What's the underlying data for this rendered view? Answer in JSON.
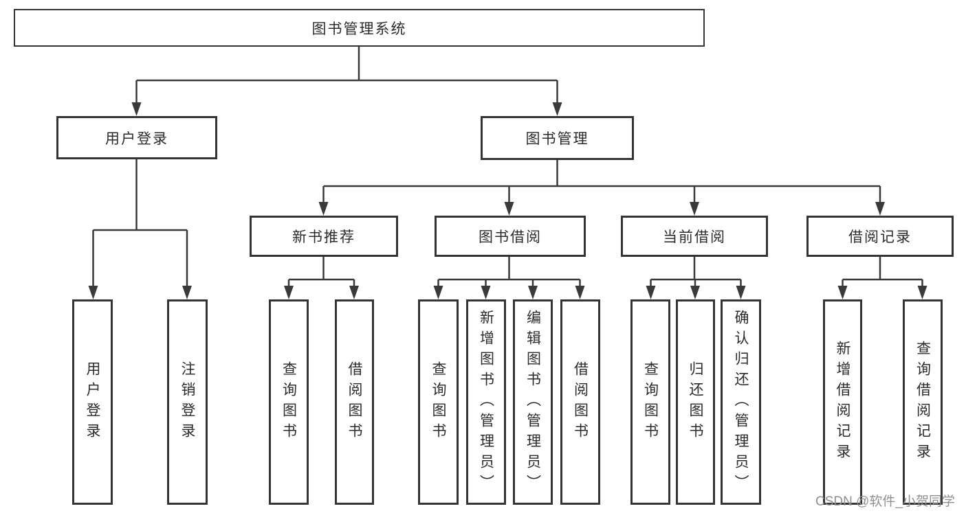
{
  "colors": {
    "background": "#ffffff",
    "line": "#3a3a3a",
    "box_border": "#343434",
    "label_text": "#2b2b2b",
    "watermark_text": "#8f8f8f"
  },
  "tree": {
    "label": "图书管理系统",
    "children": [
      {
        "label": "用户登录",
        "children": [
          {
            "label": "用户登录"
          },
          {
            "label": "注销登录"
          }
        ]
      },
      {
        "label": "图书管理",
        "children": [
          {
            "label": "新书推荐",
            "children": [
              {
                "label": "查询图书"
              },
              {
                "label": "借阅图书"
              }
            ]
          },
          {
            "label": "图书借阅",
            "children": [
              {
                "label": "查询图书"
              },
              {
                "label": "新增图书（管理员）"
              },
              {
                "label": "编辑图书（管理员）"
              },
              {
                "label": "借阅图书"
              }
            ]
          },
          {
            "label": "当前借阅",
            "children": [
              {
                "label": "查询图书"
              },
              {
                "label": "归还图书"
              },
              {
                "label": "确认归还（管理员）"
              }
            ]
          },
          {
            "label": "借阅记录",
            "children": [
              {
                "label": "新增借阅记录"
              },
              {
                "label": "查询借阅记录"
              }
            ]
          }
        ]
      }
    ]
  },
  "watermark": {
    "text": "CSDN @软件_小贺同学"
  }
}
